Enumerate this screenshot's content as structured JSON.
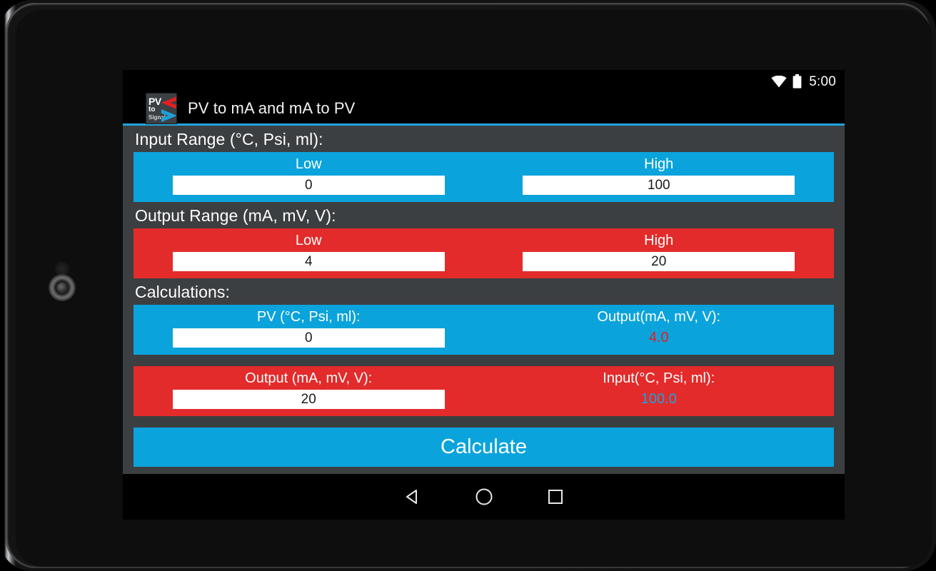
{
  "device": {
    "camera_icon": "camera-lens",
    "sensor_icon": "light-sensor"
  },
  "status_bar": {
    "wifi_icon": "wifi-icon",
    "battery_icon": "battery-icon",
    "time": "5:00"
  },
  "title_bar": {
    "app_icon": "app-logo-icon",
    "icon_text": {
      "line1": "PV",
      "line2": "to",
      "line3": "Signal"
    },
    "title": "PV to mA and mA to PV"
  },
  "sections": {
    "input_range": {
      "label": "Input Range (°C, Psi, ml):",
      "color": "#0ba3dc",
      "low_label": "Low",
      "low_value": "0",
      "high_label": "High",
      "high_value": "100"
    },
    "output_range": {
      "label": "Output Range (mA, mV, V):",
      "color": "#e32b2b",
      "low_label": "Low",
      "low_value": "4",
      "high_label": "High",
      "high_value": "20"
    },
    "calculations": {
      "label": "Calculations:",
      "pv_to_output": {
        "color": "#0ba3dc",
        "input_label": "PV (°C, Psi, ml):",
        "input_value": "0",
        "result_label": "Output(mA, mV, V):",
        "result_value": "4.0",
        "result_color": "#f01818"
      },
      "output_to_pv": {
        "color": "#e32b2b",
        "input_label": "Output (mA, mV, V):",
        "input_value": "20",
        "result_label": "Input(°C, Psi, ml):",
        "result_value": "100.0",
        "result_color": "#17a3dd"
      }
    }
  },
  "calculate_button": {
    "label": "Calculate"
  },
  "nav_bar": {
    "back_icon": "back-triangle-icon",
    "home_icon": "home-circle-icon",
    "recents_icon": "recents-square-icon"
  }
}
